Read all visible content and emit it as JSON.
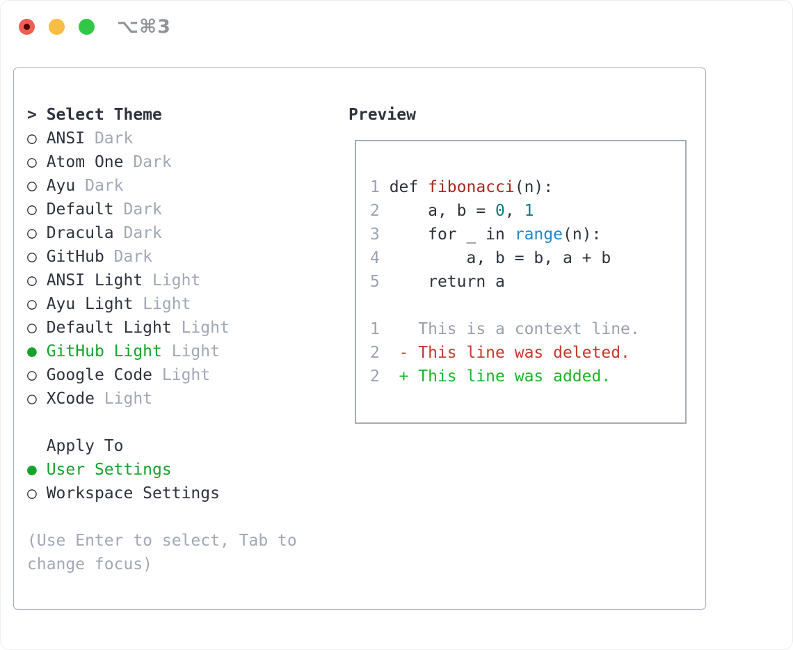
{
  "window": {
    "title": "⌥⌘3",
    "traffic_lights": [
      "close",
      "minimize",
      "zoom"
    ]
  },
  "icons": {
    "prompt": ">",
    "radio_empty": "○",
    "radio_filled": "●"
  },
  "theme_picker": {
    "header": "Select Theme",
    "themes": [
      {
        "name": "ANSI",
        "variant": "Dark",
        "selected": false
      },
      {
        "name": "Atom One",
        "variant": "Dark",
        "selected": false
      },
      {
        "name": "Ayu",
        "variant": "Dark",
        "selected": false
      },
      {
        "name": "Default",
        "variant": "Dark",
        "selected": false
      },
      {
        "name": "Dracula",
        "variant": "Dark",
        "selected": false
      },
      {
        "name": "GitHub",
        "variant": "Dark",
        "selected": false
      },
      {
        "name": "ANSI Light",
        "variant": "Light",
        "selected": false
      },
      {
        "name": "Ayu Light",
        "variant": "Light",
        "selected": false
      },
      {
        "name": "Default Light",
        "variant": "Light",
        "selected": false
      },
      {
        "name": "GitHub Light",
        "variant": "Light",
        "selected": true
      },
      {
        "name": "Google Code",
        "variant": "Light",
        "selected": false
      },
      {
        "name": "XCode",
        "variant": "Light",
        "selected": false
      }
    ],
    "apply_to": {
      "header": "Apply To",
      "options": [
        {
          "name": "User Settings",
          "selected": true
        },
        {
          "name": "Workspace Settings",
          "selected": false
        }
      ]
    },
    "hint": {
      "line1": "(Use Enter to select, Tab to",
      "line2": "change focus)"
    }
  },
  "preview": {
    "header": "Preview",
    "lines": [
      {
        "no": "1",
        "tokens": [
          {
            "t": "def ",
            "c": "fg"
          },
          {
            "t": "fibonacci",
            "c": "red"
          },
          {
            "t": "(n):",
            "c": "fg"
          }
        ]
      },
      {
        "no": "2",
        "tokens": [
          {
            "t": "    a, b = ",
            "c": "fg"
          },
          {
            "t": "0",
            "c": "teal"
          },
          {
            "t": ", ",
            "c": "fg"
          },
          {
            "t": "1",
            "c": "teal"
          }
        ]
      },
      {
        "no": "3",
        "tokens": [
          {
            "t": "    for _ in ",
            "c": "fg"
          },
          {
            "t": "range",
            "c": "blue"
          },
          {
            "t": "(n):",
            "c": "fg"
          }
        ]
      },
      {
        "no": "4",
        "tokens": [
          {
            "t": "        a, b = b, a + b",
            "c": "fg"
          }
        ]
      },
      {
        "no": "5",
        "tokens": [
          {
            "t": "    return a",
            "c": "fg"
          }
        ]
      },
      {
        "blank": true
      },
      {
        "no": "1",
        "tokens": [
          {
            "t": "   This is a context line.",
            "c": "ctx"
          }
        ]
      },
      {
        "no": "2",
        "tokens": [
          {
            "t": " - This line was deleted.",
            "c": "del"
          }
        ]
      },
      {
        "no": "2",
        "tokens": [
          {
            "t": " + This line was added.",
            "c": "add"
          }
        ]
      }
    ]
  },
  "colors": {
    "text": "#2d333d",
    "muted": "#a0a8b4",
    "green": "#15a32c",
    "border": "#a6acb6",
    "line_number": "#9aa3af",
    "code_red": "#a8281f",
    "code_teal": "#0e7d7d",
    "code_blue": "#1f87c7",
    "diff_context": "#9aa1ab",
    "diff_deleted": "#c13a2a",
    "diff_added": "#1db429",
    "traffic_red": "#f25d51",
    "traffic_red_dot": "#4d0604",
    "traffic_yellow": "#f7bd45",
    "traffic_green": "#33c748",
    "title_gray": "#8f9398"
  }
}
